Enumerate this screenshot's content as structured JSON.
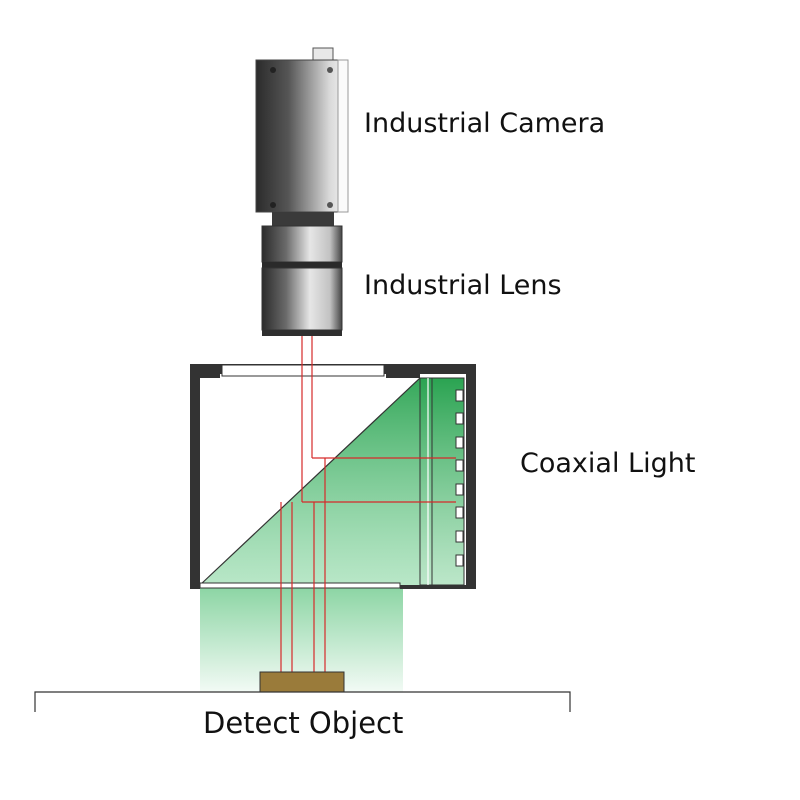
{
  "labels": {
    "camera": "Industrial Camera",
    "lens": "Industrial Lens",
    "coaxial_light": "Coaxial Light",
    "detect_object": "Detect Object"
  },
  "colors": {
    "light_green": "#2fb35a",
    "beam_red": "#d62a2a",
    "object_brown": "#9a7b3a",
    "housing": "#333333",
    "camera_dark": "#2e2e2e",
    "camera_light": "#f2f2f2"
  }
}
